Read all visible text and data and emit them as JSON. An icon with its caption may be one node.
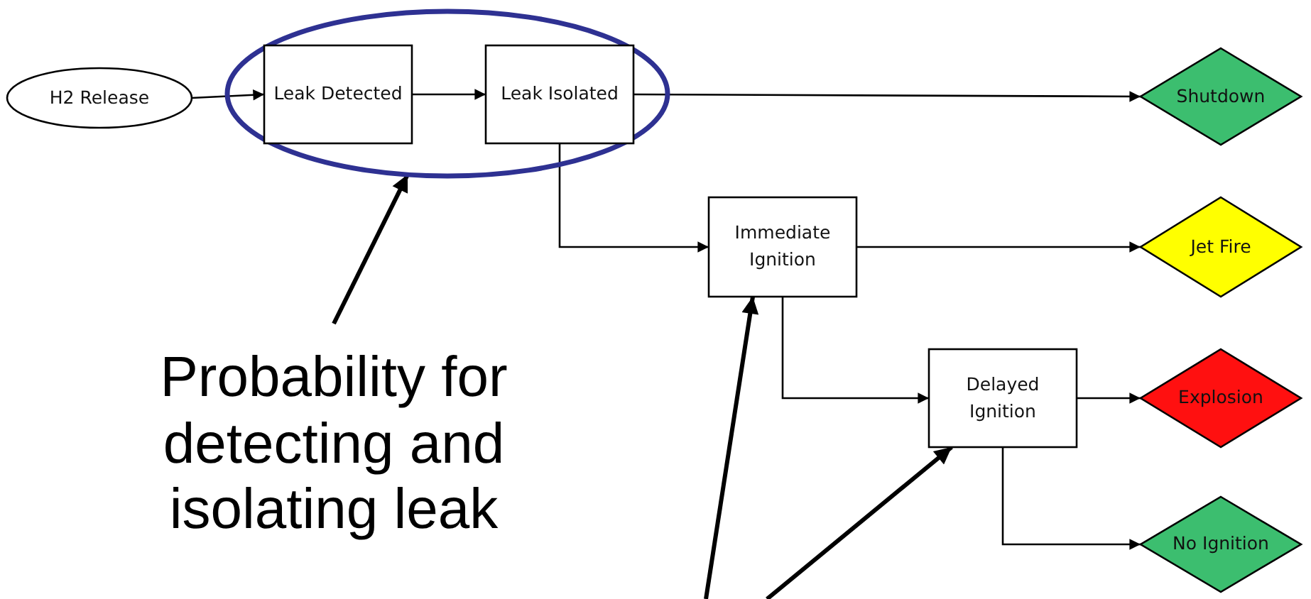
{
  "diagram": {
    "nodes": [
      {
        "text": [
          "H2 Release"
        ]
      },
      {
        "text": [],
        "shape": "ellipse"
      },
      {
        "text": [
          "Leak Detected"
        ],
        "in": 1
      },
      {
        "text": [
          "Leak Isolated"
        ],
        "in": 1
      },
      {
        "text": [
          "Shutdown"
        ]
      },
      {
        "text": [
          "Immediate Ignition"
        ]
      },
      {
        "text": [
          "Jet Fire"
        ]
      },
      {
        "text": [
          "Delayed Ignition"
        ]
      },
      {
        "text": [
          "Explosion"
        ]
      },
      {
        "text": [
          "No Ignition"
        ]
      },
      {
        "text": [
          "Probability for detecting and isolating leak"
        ]
      }
    ],
    "edges": [
      {
        "from": 0,
        "to": 2,
        "arrow": "to"
      },
      {
        "from": 2,
        "to": 3,
        "arrow": "to"
      },
      {
        "from": 3,
        "to": 4,
        "arrow": "to"
      },
      {
        "from": 3,
        "to": 5,
        "arrow": "to"
      },
      {
        "from": 5,
        "to": 6,
        "arrow": "to"
      },
      {
        "from": 5,
        "to": 7,
        "arrow": "to"
      },
      {
        "from": 7,
        "to": 8,
        "arrow": "to"
      },
      {
        "from": 7,
        "to": 9,
        "arrow": "to"
      },
      {
        "from": 10,
        "to": 1,
        "arrow": "to",
        "style": "thick"
      },
      {
        "from": null,
        "to": 5,
        "arrow": "to",
        "style": "thick"
      },
      {
        "from": null,
        "to": 7,
        "arrow": "to",
        "style": "thick"
      }
    ]
  }
}
